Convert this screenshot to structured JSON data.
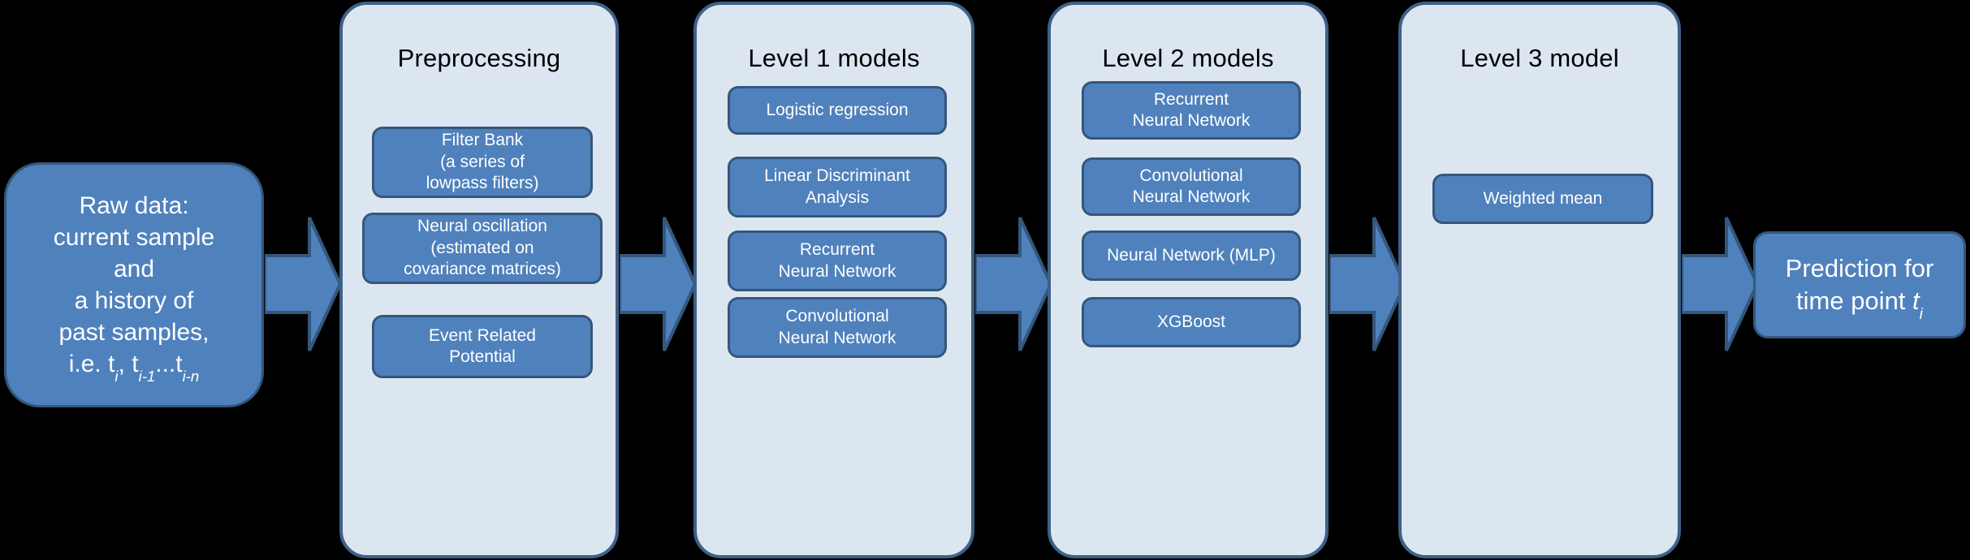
{
  "diagram": {
    "title": "Hierarchical stacked model pipeline",
    "background_color": "#000000",
    "stage_fill": "#DCE6F1",
    "stage_border": "#3D6188",
    "box_fill": "#4F81BD",
    "box_border": "#34577C",
    "box_text_color": "#FFFFFF",
    "title_text_color": "#000000",
    "arrow_fill": "#4F81BD",
    "arrow_border": "#34577C"
  },
  "input": {
    "name": "raw-data",
    "line1": "Raw data:",
    "line2": "current sample",
    "line3": "and",
    "line4": "a history of",
    "line5": "past samples,",
    "line6_prefix": "i.e. t",
    "line6_sub1": "i",
    "line6_mid": ", t",
    "line6_sub2": "i-1",
    "line6_dots": "...t",
    "line6_sub3": "i-n"
  },
  "stages": [
    {
      "title": "Preprocessing",
      "items": [
        {
          "lines": [
            "Filter Bank",
            "(a series of",
            "lowpass filters)"
          ]
        },
        {
          "lines": [
            "Neural oscillation",
            "(estimated on",
            "covariance matrices)"
          ]
        },
        {
          "lines": [
            "Event Related",
            "Potential"
          ]
        }
      ]
    },
    {
      "title": "Level 1 models",
      "items": [
        {
          "lines": [
            "Logistic regression"
          ]
        },
        {
          "lines": [
            "Linear Discriminant",
            "Analysis"
          ]
        },
        {
          "lines": [
            "Recurrent",
            "Neural Network"
          ]
        },
        {
          "lines": [
            "Convolutional",
            "Neural Network"
          ]
        }
      ]
    },
    {
      "title": "Level 2 models",
      "items": [
        {
          "lines": [
            "Recurrent",
            "Neural Network"
          ]
        },
        {
          "lines": [
            "Convolutional",
            "Neural Network"
          ]
        },
        {
          "lines": [
            "Neural Network (MLP)"
          ]
        },
        {
          "lines": [
            "XGBoost"
          ]
        }
      ]
    },
    {
      "title": "Level 3 model",
      "items": [
        {
          "lines": [
            "Weighted mean"
          ]
        }
      ]
    }
  ],
  "output": {
    "name": "prediction",
    "line1": "Prediction for",
    "line2_prefix": "time point ",
    "line2_var": "t",
    "line2_sub": "i"
  },
  "arrows": [
    {
      "name": "arrow-raw-to-preprocessing"
    },
    {
      "name": "arrow-preprocessing-to-level1"
    },
    {
      "name": "arrow-level1-to-level2"
    },
    {
      "name": "arrow-level2-to-level3"
    },
    {
      "name": "arrow-level3-to-prediction"
    }
  ]
}
